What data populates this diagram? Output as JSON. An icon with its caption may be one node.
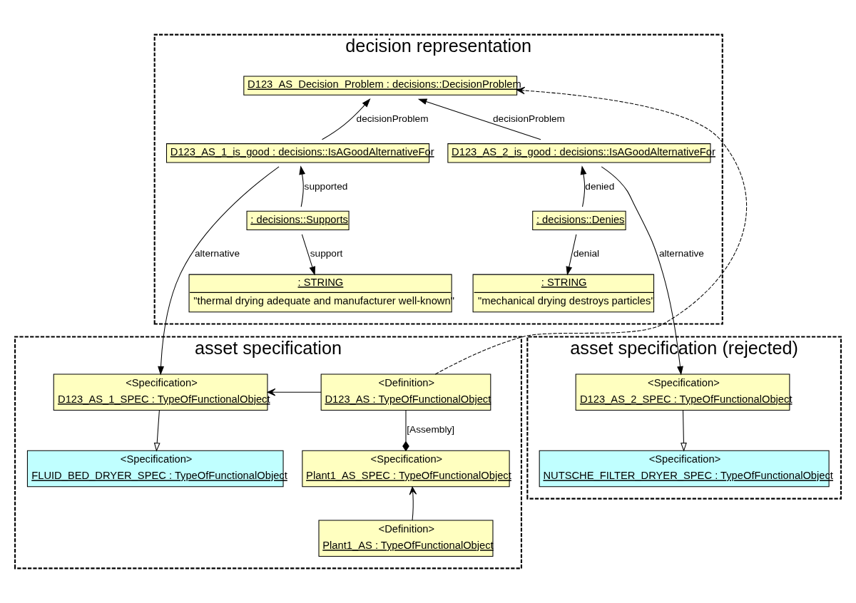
{
  "diagram": {
    "nodes": [
      {
        "text": [
          "decision representation"
        ]
      },
      {
        "text": [
          "D123_AS_Decision_Problem : decisions::DecisionProblem"
        ],
        "in": 0
      },
      {
        "text": [
          "D123_AS_1_is_good : decisions::IsAGoodAlternativeFor"
        ],
        "in": 0
      },
      {
        "text": [
          "D123_AS_2_is_good : decisions::IsAGoodAlternativeFor"
        ],
        "in": 0
      },
      {
        "text": [
          ": decisions::Supports"
        ],
        "in": 0
      },
      {
        "text": [
          ": decisions::Denies"
        ],
        "in": 0
      },
      {
        "text": [
          ": STRING",
          "\"thermal drying adequate and manufacturer well-known\""
        ],
        "in": 0
      },
      {
        "text": [
          ": STRING",
          "\"mechanical drying destroys particles\""
        ],
        "in": 0
      },
      {
        "text": [
          "asset specification"
        ]
      },
      {
        "text": [
          "<Definition>",
          "D123_AS : TypeOfFunctionalObject"
        ],
        "in": 8
      },
      {
        "text": [
          "<Specification>",
          "D123_AS_1_SPEC : TypeOfFunctionalObject"
        ],
        "in": 8
      },
      {
        "text": [
          "<Specification>",
          "Plant1_AS_SPEC : TypeOfFunctionalObject"
        ],
        "in": 8
      },
      {
        "text": [
          "<Specification>",
          "FLUID_BED_DRYER_SPEC : TypeOfFunctionalObject"
        ],
        "in": 8
      },
      {
        "text": [
          "<Definition>",
          "Plant1_AS : TypeOfFunctionalObject"
        ],
        "in": 8
      },
      {
        "text": [
          "asset specification (rejected)"
        ]
      },
      {
        "text": [
          "<Specification>",
          "D123_AS_2_SPEC : TypeOfFunctionalObject"
        ],
        "in": 14
      },
      {
        "text": [
          "<Specification>",
          "NUTSCHE_FILTER_DRYER_SPEC : TypeOfFunctionalObject"
        ],
        "in": 14
      }
    ],
    "edges": [
      {
        "from": 9,
        "to": 1,
        "arrow": "to",
        "style": "dashed"
      },
      {
        "from": 2,
        "to": 1,
        "arrow": "to",
        "label": "decisionProblem"
      },
      {
        "from": 3,
        "to": 1,
        "arrow": "to",
        "label": "decisionProblem"
      },
      {
        "from": 4,
        "to": 2,
        "arrow": "to",
        "label": "supported"
      },
      {
        "from": 4,
        "to": 6,
        "arrow": "to",
        "label": "support"
      },
      {
        "from": 5,
        "to": 3,
        "arrow": "to",
        "label": "denied"
      },
      {
        "from": 5,
        "to": 7,
        "arrow": "to",
        "label": "denial"
      },
      {
        "from": 2,
        "to": 10,
        "arrow": "to",
        "label": "alternative"
      },
      {
        "from": 3,
        "to": 15,
        "arrow": "to",
        "label": "alternative"
      },
      {
        "from": 9,
        "to": 10,
        "arrow": "to"
      },
      {
        "from": 9,
        "to": 11,
        "arrow": "other",
        "label": "[Assembly]"
      },
      {
        "from": 10,
        "to": 12,
        "arrow": "to"
      },
      {
        "from": 13,
        "to": 11,
        "arrow": "to"
      },
      {
        "from": 15,
        "to": 16,
        "arrow": "to"
      }
    ]
  }
}
